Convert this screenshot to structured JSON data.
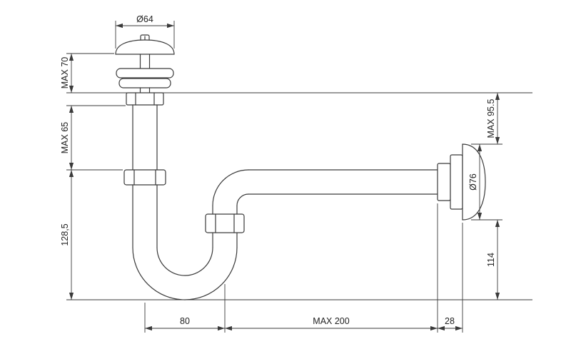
{
  "page": {
    "background": "#ffffff"
  },
  "drawing": {
    "kind": "technical-dimension-drawing",
    "subject": "sink-siphon-p-trap",
    "line_color": "#3a3a3a",
    "text_color": "#222222",
    "labels": {
      "cap_diameter": "Ø64",
      "max70": "MAX 70",
      "max65": "MAX 65",
      "trap_depth": "128,5",
      "max955": "MAX 95.5",
      "flange_diameter": "Ø76",
      "outlet_height": "114",
      "trap_offset": "80",
      "max200": "MAX 200",
      "rosette_depth": "28"
    }
  }
}
